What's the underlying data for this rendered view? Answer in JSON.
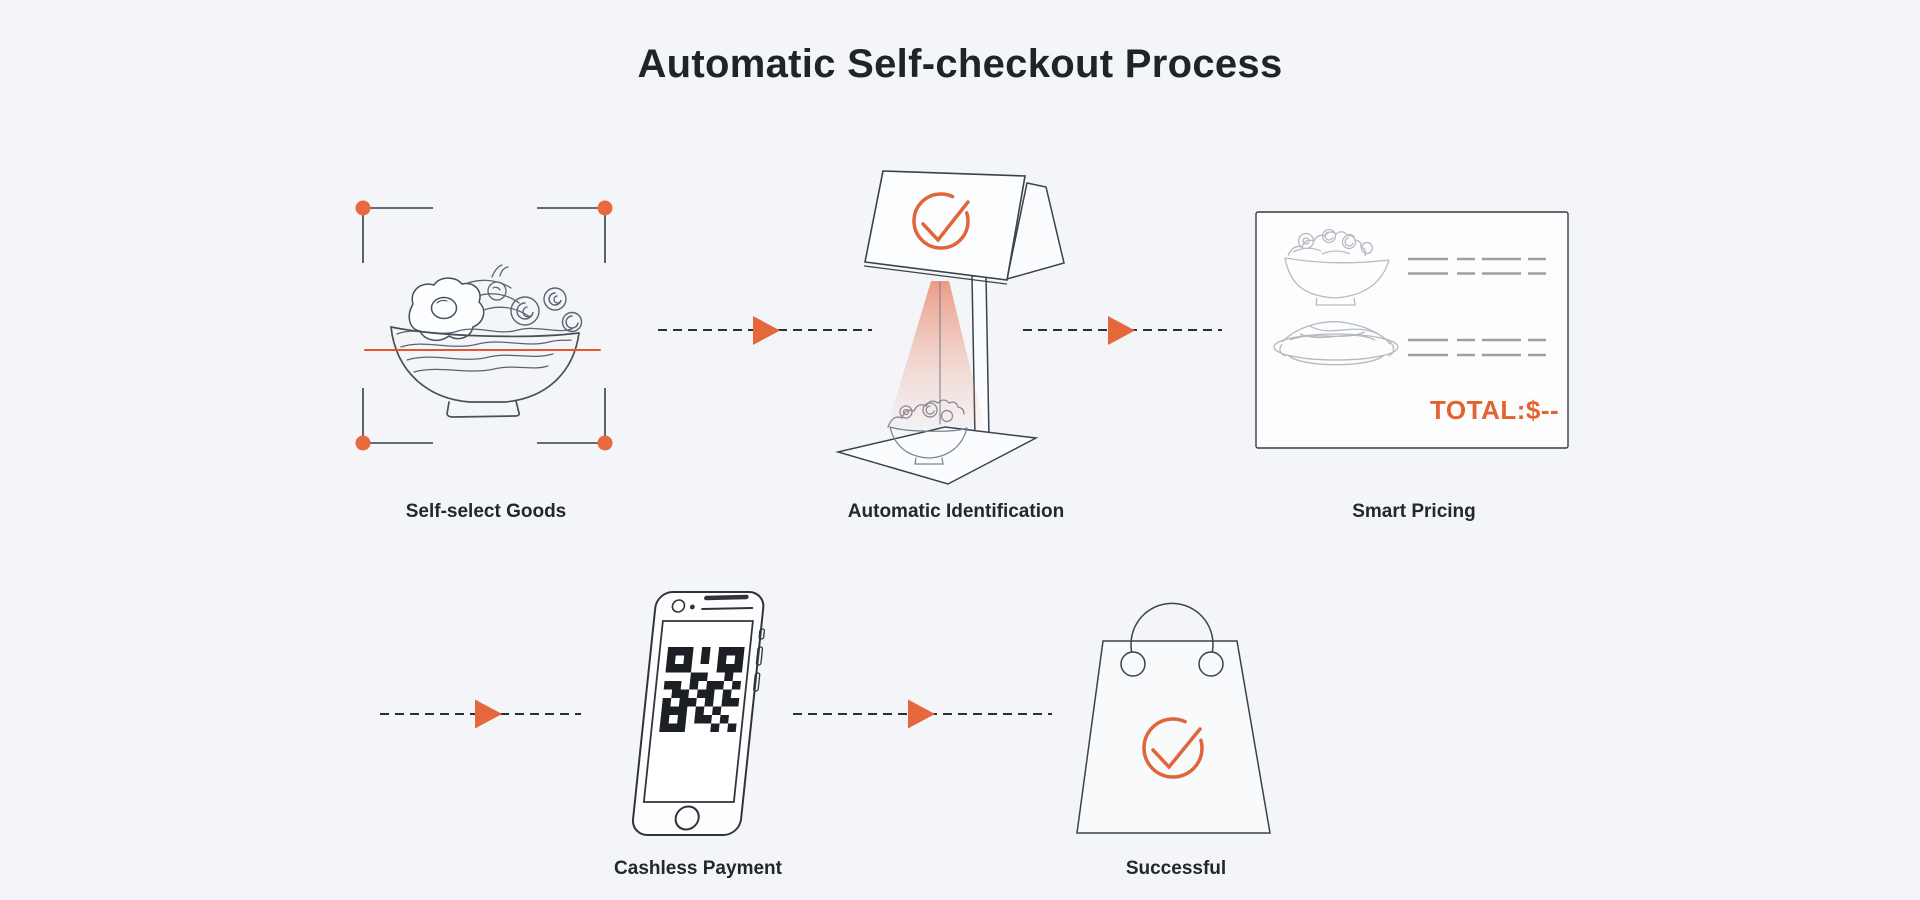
{
  "title": "Automatic Self-checkout Process",
  "steps": [
    {
      "id": "self-select-goods",
      "label": "Self-select Goods"
    },
    {
      "id": "automatic-identification",
      "label": "Automatic Identification"
    },
    {
      "id": "smart-pricing",
      "label": "Smart Pricing"
    },
    {
      "id": "cashless-payment",
      "label": "Cashless Payment"
    },
    {
      "id": "successful",
      "label": "Successful"
    }
  ],
  "receipt": {
    "total": "TOTAL:$--"
  },
  "icons": {
    "checkmark_circle": "check-in-circle",
    "arrow_right": "orange-triangle-right",
    "selection_frame": "corner-brackets-with-dots",
    "qr_code": "qr-code"
  },
  "colors": {
    "background": "#f3f5f9",
    "accent_orange": "#e5683c",
    "scan_line_orange": "#e2572b",
    "total_orange": "#e4622d",
    "dark_line": "#3c414b",
    "light_line": "#b4bac3",
    "dash_gray": "#9aa0a9",
    "title_text": "#1f232a"
  }
}
